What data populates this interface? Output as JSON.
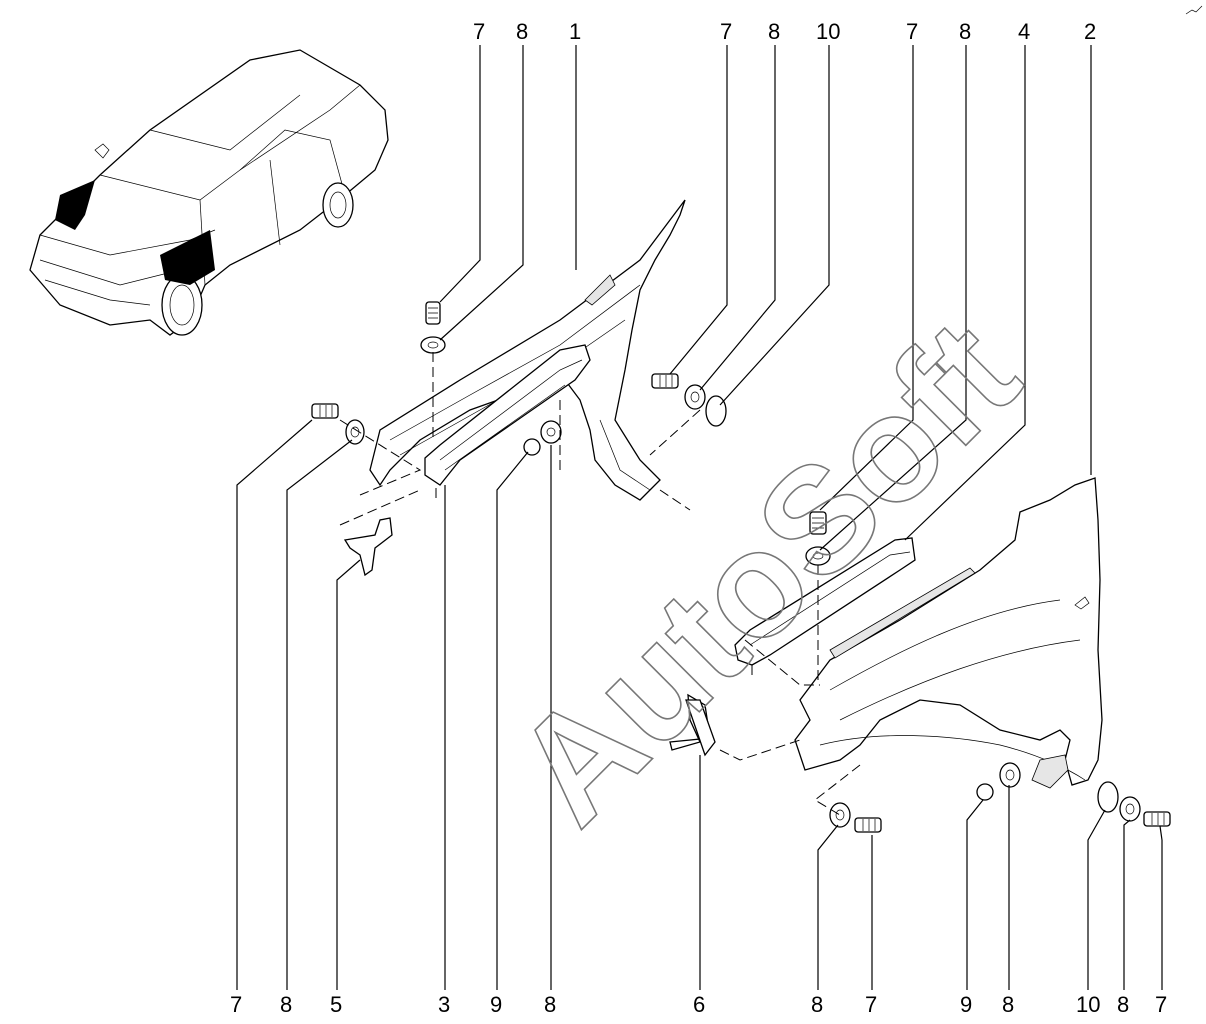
{
  "watermark": "AutoSoft",
  "labels": {
    "top": [
      "7",
      "8",
      "1",
      "7",
      "8",
      "10",
      "7",
      "8",
      "4",
      "2"
    ],
    "bottom": [
      "7",
      "8",
      "5",
      "3",
      "9",
      "8",
      "6",
      "8",
      "7",
      "9",
      "8",
      "10",
      "8",
      "7"
    ]
  }
}
